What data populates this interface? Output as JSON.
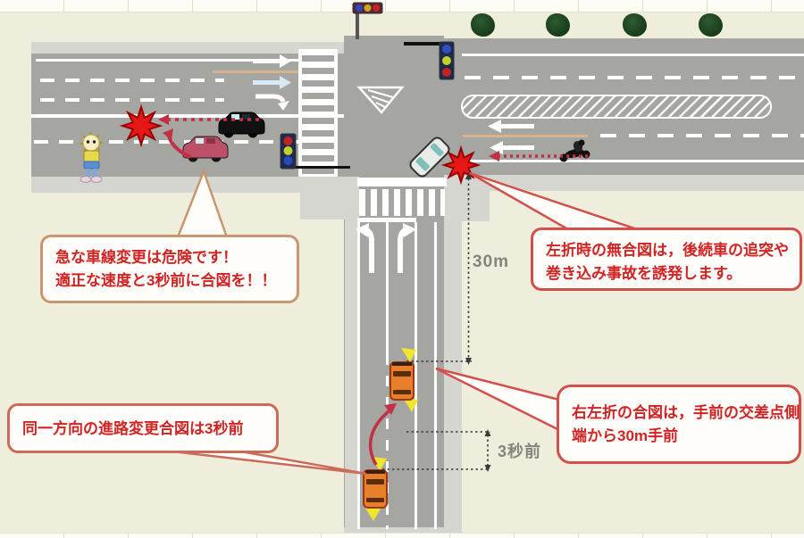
{
  "diagram": {
    "description": "traffic-signal-timing-safety-diagram",
    "callouts": {
      "lane_change_warning": {
        "line1": "急な車線変更は危険です！",
        "line2": "適正な速度と3秒前に合図を！！"
      },
      "no_signal_left_turn": {
        "line1": "左折時の無合図は，後続車の追突や",
        "line2": "巻き込み事故を誘発します。"
      },
      "same_direction_rule": {
        "line1": "同一方向の進路変更合図は3秒前"
      },
      "turn_signal_distance_rule": {
        "line1": "右左折の合図は，手前の交差点側",
        "line2": "端から30m手前"
      }
    },
    "measurements": {
      "distance_to_intersection": "30m",
      "signal_lead_time": "3秒前"
    },
    "colors": {
      "background": "#efeedd",
      "road": "#a5a5a2",
      "sidewalk": "#d6d6d0",
      "callout_text": "#d02424",
      "callout_border_tan": "#c9976f",
      "callout_border_red": "#d2504b",
      "collision_star": "#e61717",
      "warning_arrow": "#c23045",
      "indicator_yellow": "#f2e52e",
      "car_orange": "#e87f2a",
      "measure_text": "#85857d"
    }
  }
}
